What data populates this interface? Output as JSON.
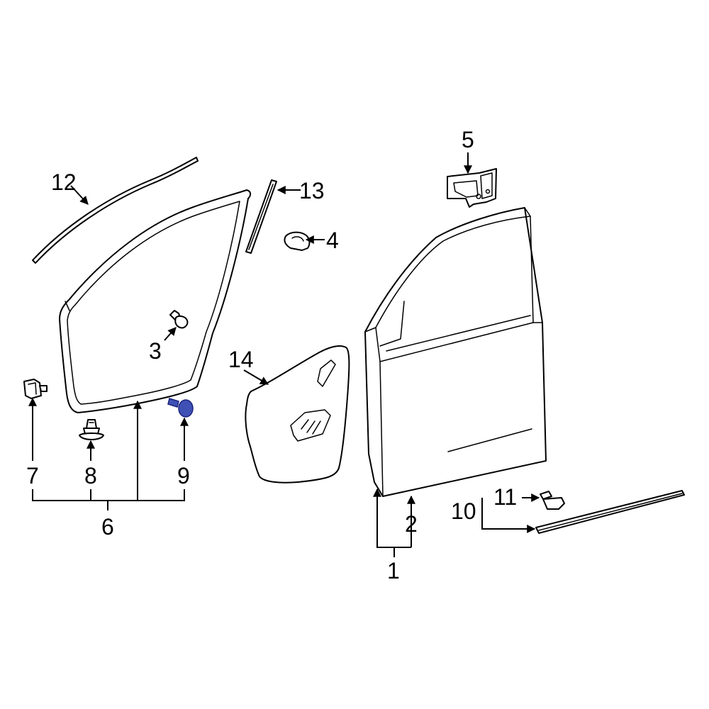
{
  "colors": {
    "line": "#000000",
    "background": "#ffffff",
    "highlight_fill": "#3f51b5",
    "highlight_stroke": "#1a237e"
  },
  "callouts": {
    "c1": "1",
    "c2": "2",
    "c3": "3",
    "c4": "4",
    "c5": "5",
    "c6": "6",
    "c7": "7",
    "c8": "8",
    "c9": "9",
    "c10": "10",
    "c11": "11",
    "c12": "12",
    "c13": "13",
    "c14": "14"
  },
  "highlighted_part": "9"
}
